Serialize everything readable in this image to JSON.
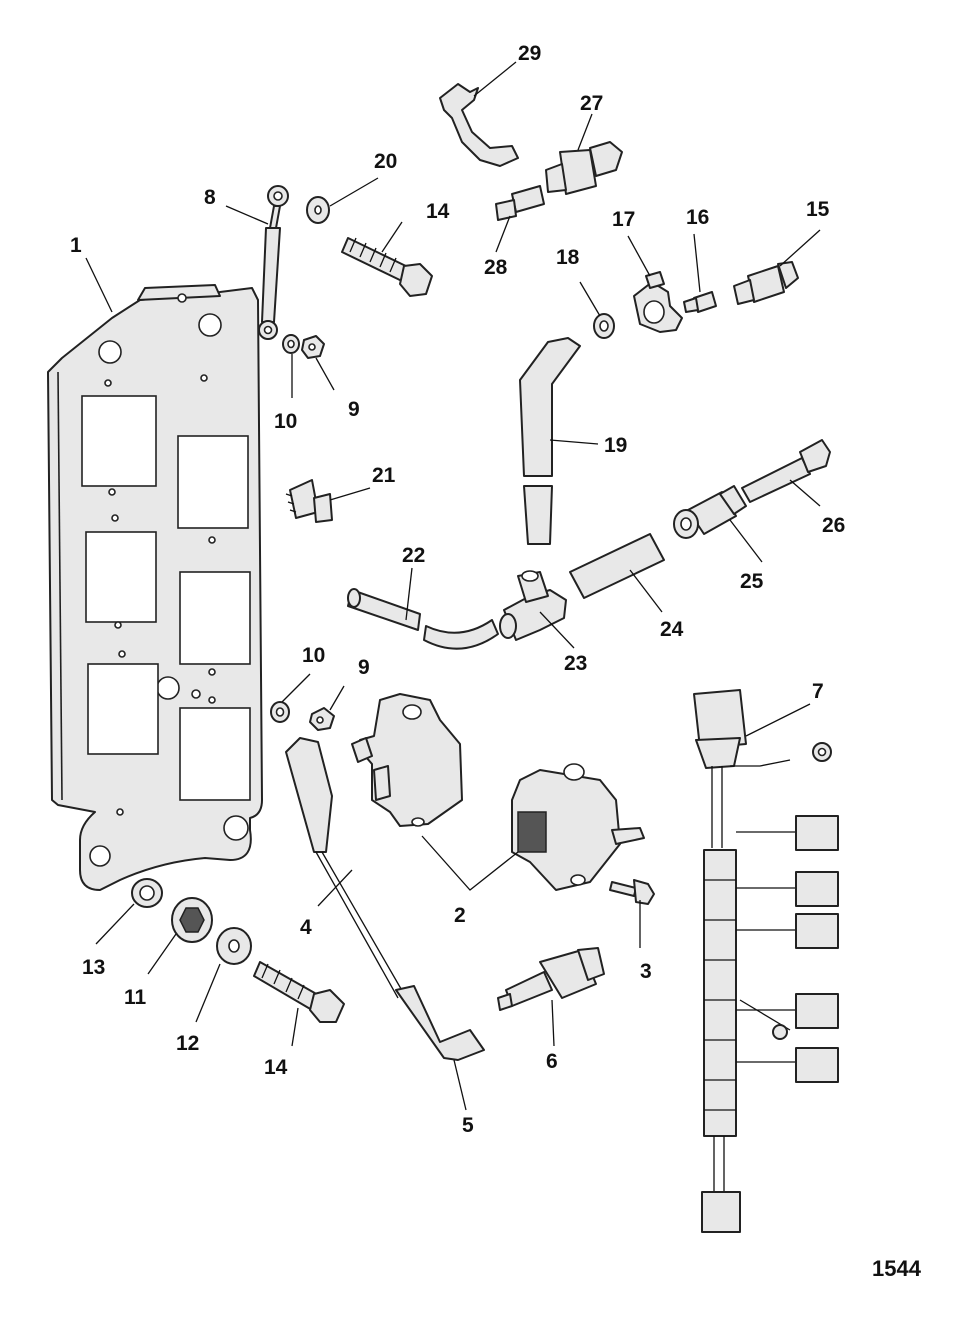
{
  "figure_number": "1544",
  "callouts": {
    "c1": "1",
    "c2": "2",
    "c3": "3",
    "c4": "4",
    "c5": "5",
    "c6": "6",
    "c7": "7",
    "c8": "8",
    "c9a": "9",
    "c9b": "9",
    "c10a": "10",
    "c10b": "10",
    "c11": "11",
    "c12": "12",
    "c13": "13",
    "c14a": "14",
    "c14b": "14",
    "c15": "15",
    "c16": "16",
    "c17": "17",
    "c18": "18",
    "c19": "19",
    "c20": "20",
    "c21": "21",
    "c22": "22",
    "c23": "23",
    "c24": "24",
    "c25": "25",
    "c26": "26",
    "c27": "27",
    "c28": "28",
    "c29": "29"
  }
}
